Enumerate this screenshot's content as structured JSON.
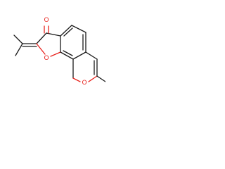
{
  "molecule": {
    "atoms": {
      "carbonyl_oxygen": "O",
      "furan_oxygen": "O",
      "pyran_oxygen": "O"
    },
    "colors": {
      "bond": "#1a1a1a",
      "oxygen": "#e8231e",
      "background": "#ffffff"
    }
  }
}
